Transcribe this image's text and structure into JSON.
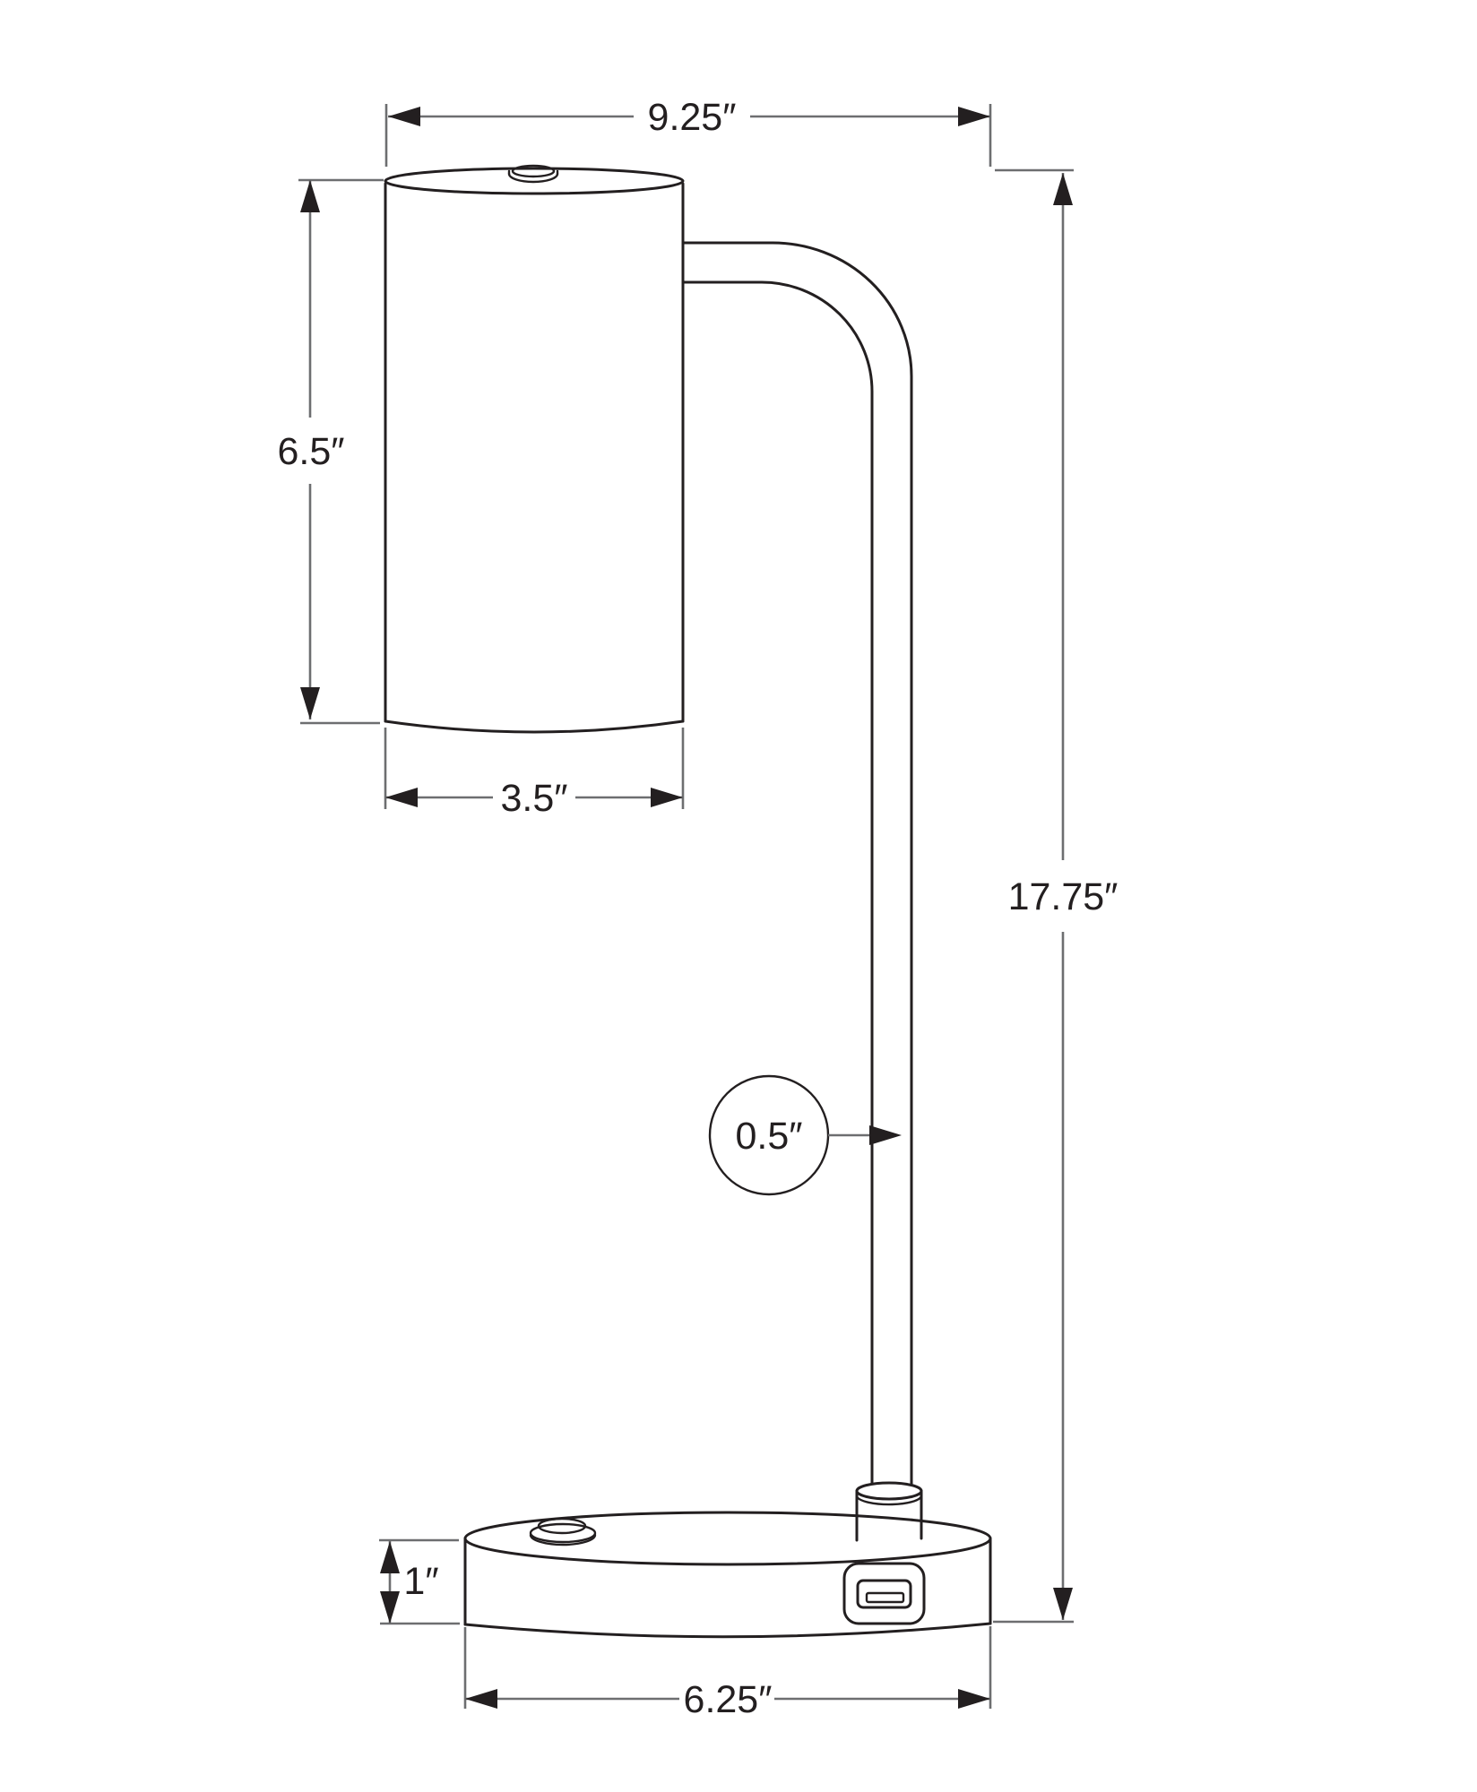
{
  "page": {
    "background": "#ffffff",
    "description": "Technical dimension drawing of a desk lamp: cylindrical shade with finial, curved tube arm, straight pole into a round base with power switch and USB-A port"
  },
  "colors": {
    "object_line": "#231f20",
    "dimension_line": "#6d6e70",
    "text": "#231f20"
  },
  "labels": {
    "overall_width": "9.25″",
    "shade_height": "6.5″",
    "shade_diameter": "3.5″",
    "overall_height": "17.75″",
    "pole_diameter": "0.5″",
    "base_height": "1″",
    "base_diameter": "6.25″"
  }
}
